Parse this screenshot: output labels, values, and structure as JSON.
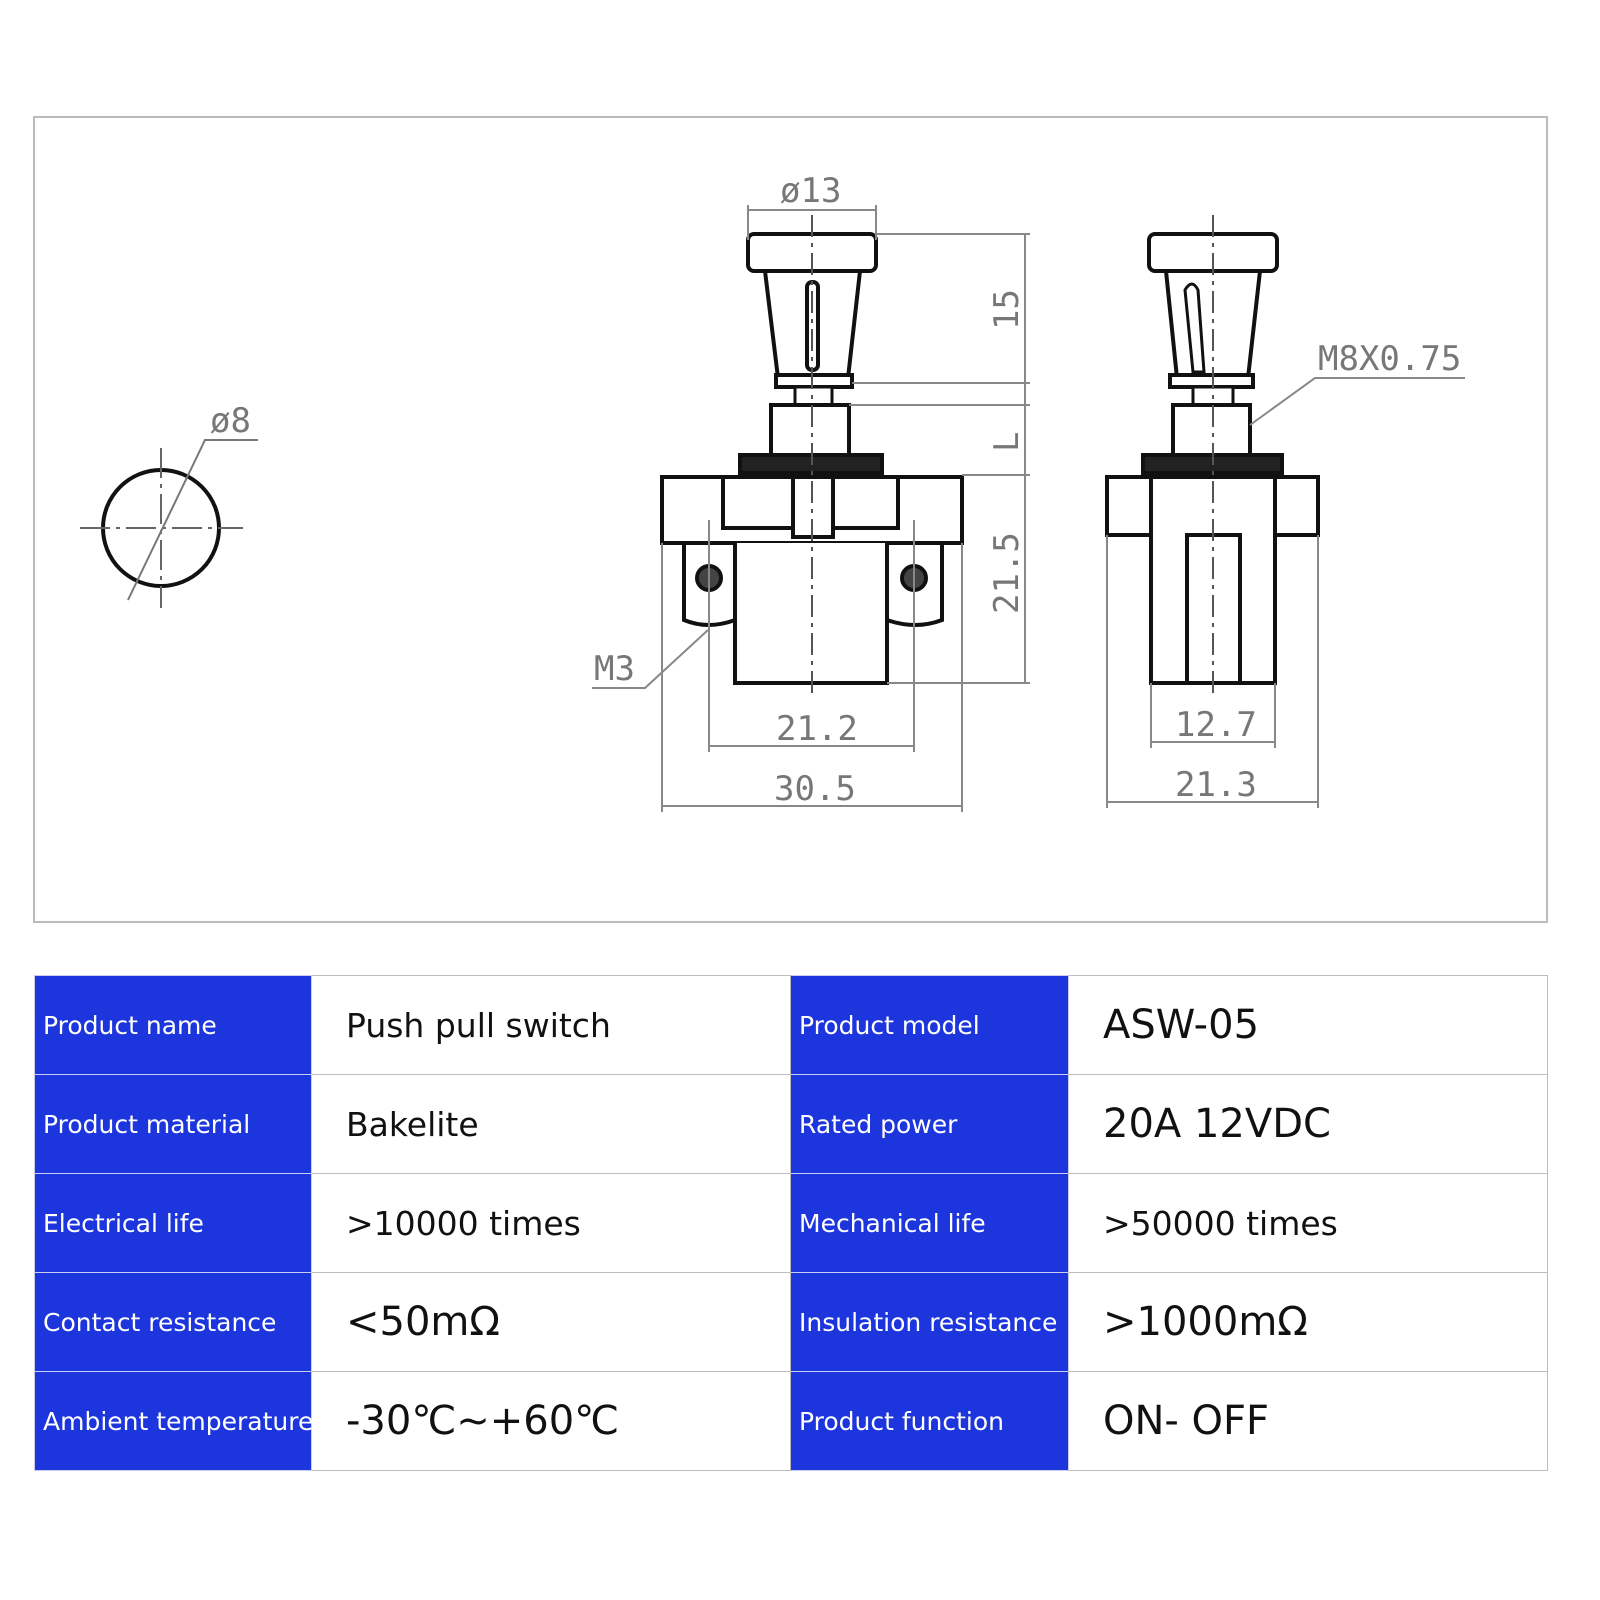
{
  "drawing": {
    "hole_diameter": "ø8",
    "knob_diameter": "ø13",
    "knob_height": "15",
    "bushing_length": "L",
    "body_height": "21.5",
    "terminal_thread": "M3",
    "terminal_spacing": "21.2",
    "front_width": "30.5",
    "bushing_thread": "M8X0.75",
    "side_inner_width": "12.7",
    "side_width": "21.3"
  },
  "specs": [
    {
      "label": "Product name",
      "value": "Push pull switch",
      "label2": "Product model",
      "value2": "ASW-05"
    },
    {
      "label": "Product material",
      "value": "Bakelite",
      "label2": "Rated power",
      "value2": "20A 12VDC"
    },
    {
      "label": "Electrical life",
      "value": ">10000 times",
      "label2": "Mechanical life",
      "value2": ">50000 times"
    },
    {
      "label": "Contact resistance",
      "value": "<50mΩ",
      "label2": "Insulation resistance",
      "value2": ">1000mΩ"
    },
    {
      "label": "Ambient temperature",
      "value": "-30℃~+60℃",
      "label2": "Product function",
      "value2": "ON- OFF"
    }
  ],
  "colors": {
    "label_bg": "#1c35dd"
  }
}
